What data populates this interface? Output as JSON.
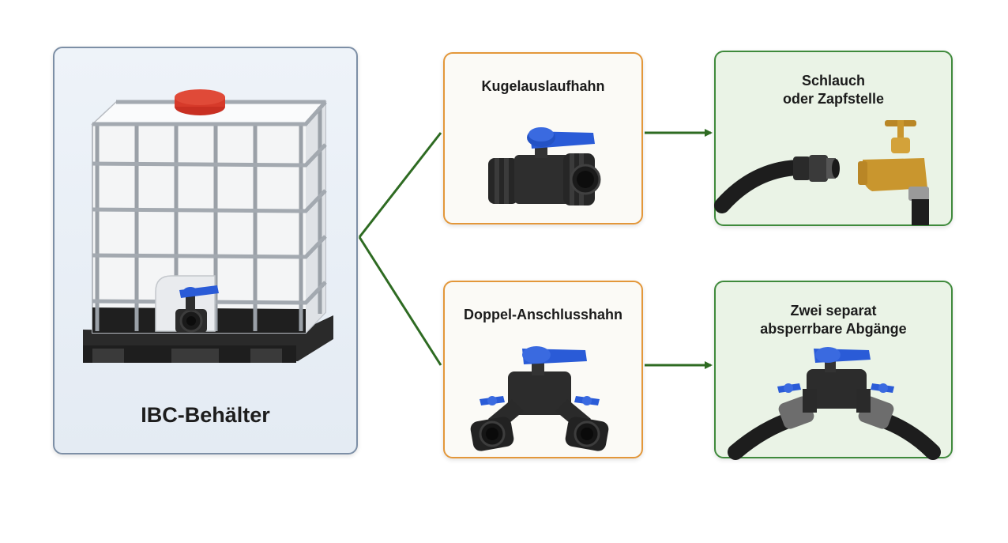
{
  "diagram": {
    "source": {
      "label": "IBC-Behälter",
      "icon": "ibc-tank-icon"
    },
    "valves": [
      {
        "id": "kugel",
        "label": "Kugelauslaufhahn",
        "icon": "ball-valve-icon"
      },
      {
        "id": "doppel",
        "label": "Doppel-Anschlusshahn",
        "icon": "double-valve-icon"
      }
    ],
    "outputs": [
      {
        "id": "schlauch",
        "label": "Schlauch\noder Zapfstelle",
        "icon": "hose-and-tap-icon"
      },
      {
        "id": "zwei",
        "label": "Zwei separat\nabsperrbare Abgänge",
        "icon": "split-hoses-icon"
      }
    ],
    "colors": {
      "connector": "#2e6b22",
      "valve_handle": "#2a5bd7",
      "tank_cap": "#d63a2a",
      "brass": "#c9962e",
      "orange_border": "#e3973a",
      "green_border": "#3f8a3c"
    }
  }
}
